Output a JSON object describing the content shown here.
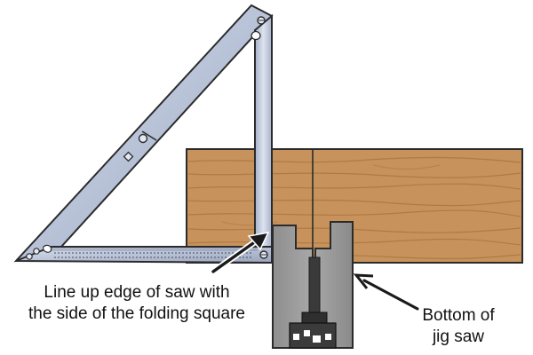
{
  "annotations": {
    "align_lines": [
      "Line up edge of saw with",
      "the side of the folding square"
    ],
    "jigsaw_lines": [
      "Bottom of",
      "jig saw"
    ]
  },
  "colors": {
    "wood": "#c8925c",
    "wood_grain": "#a9723f",
    "square_metal": "#b9c3d8",
    "saw_base": "#9c9c9c",
    "outline": "#2b2b2b"
  },
  "icons": {
    "wood_board": "wood-plank",
    "folding_square": "folding-square-tool",
    "jig_saw": "jig-saw-base"
  }
}
